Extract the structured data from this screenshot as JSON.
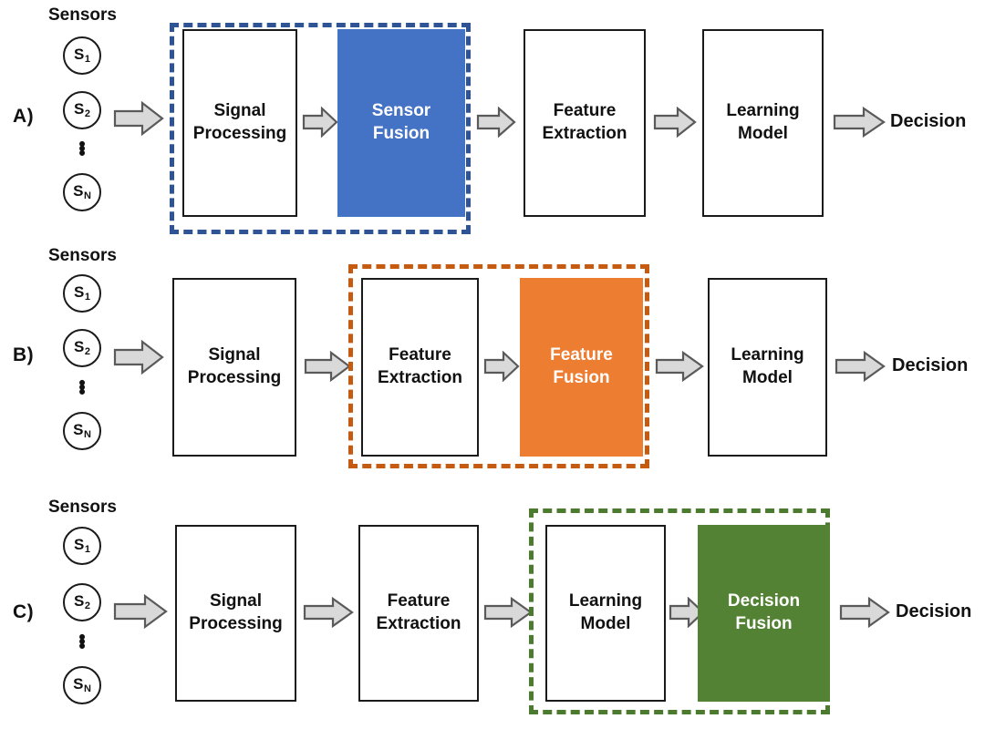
{
  "figure": {
    "type": "diagram",
    "subtype": "block-flow",
    "description": "Three sensor-fusion pipeline architectures: sensor-level (early) fusion, feature-level fusion, and decision-level (late) fusion.",
    "colors": {
      "sensor_fusion_fill": "#4472C4",
      "sensor_fusion_frame": "#2F5496",
      "feature_fusion_fill": "#ED7D31",
      "feature_fusion_frame": "#C55A11",
      "decision_fusion_fill": "#548235",
      "decision_fusion_frame": "#4C7A2E",
      "box_stroke": "#1A1A1A",
      "arrow_fill": "#D9D9D9",
      "arrow_stroke": "#5A5A5A",
      "text_dark": "#111111",
      "text_light": "#FFFFFF",
      "background": "#FFFFFF"
    },
    "sensors_group": {
      "title": "Sensors",
      "nodes": [
        "S1",
        "S2",
        "dots",
        "SN"
      ],
      "labels": [
        {
          "base": "S",
          "sub": "1"
        },
        {
          "base": "S",
          "sub": "2"
        },
        {
          "base": "⋮",
          "sub": ""
        },
        {
          "base": "S",
          "sub": "N"
        }
      ]
    },
    "rows": [
      {
        "id": "A",
        "label": "A)",
        "name": "sensor-level-fusion",
        "sensors_title": "Sensors",
        "fusion_stage": "Sensor Fusion",
        "terminal": "Decision",
        "dashed_group": [
          "Signal Processing",
          "Sensor Fusion"
        ],
        "stages": [
          {
            "label": "Signal\nProcessing",
            "line1": "Signal",
            "line2": "Processing",
            "filled": false
          },
          {
            "label": "Sensor\nFusion",
            "line1": "Sensor",
            "line2": "Fusion",
            "filled": true
          },
          {
            "label": "Feature\nExtraction",
            "line1": "Feature",
            "line2": "Extraction",
            "filled": false
          },
          {
            "label": "Learning\nModel",
            "line1": "Learning",
            "line2": "Model",
            "filled": false
          }
        ]
      },
      {
        "id": "B",
        "label": "B)",
        "name": "feature-level-fusion",
        "sensors_title": "Sensors",
        "fusion_stage": "Feature Fusion",
        "terminal": "Decision",
        "dashed_group": [
          "Feature Extraction",
          "Feature Fusion"
        ],
        "stages": [
          {
            "label": "Signal\nProcessing",
            "line1": "Signal",
            "line2": "Processing",
            "filled": false
          },
          {
            "label": "Feature\nExtraction",
            "line1": "Feature",
            "line2": "Extraction",
            "filled": false
          },
          {
            "label": "Feature\nFusion",
            "line1": "Feature",
            "line2": "Fusion",
            "filled": true
          },
          {
            "label": "Learning\nModel",
            "line1": "Learning",
            "line2": "Model",
            "filled": false
          }
        ]
      },
      {
        "id": "C",
        "label": "C)",
        "name": "decision-level-fusion",
        "sensors_title": "Sensors",
        "fusion_stage": "Decision Fusion",
        "terminal": "Decision",
        "dashed_group": [
          "Learning Model",
          "Decision Fusion"
        ],
        "stages": [
          {
            "label": "Signal\nProcessing",
            "line1": "Signal",
            "line2": "Processing",
            "filled": false
          },
          {
            "label": "Feature\nExtraction",
            "line1": "Feature",
            "line2": "Extraction",
            "filled": false
          },
          {
            "label": "Learning\nModel",
            "line1": "Learning",
            "line2": "Model",
            "filled": false
          },
          {
            "label": "Decision\nFusion",
            "line1": "Decision",
            "line2": "Fusion",
            "filled": true
          }
        ]
      }
    ]
  }
}
